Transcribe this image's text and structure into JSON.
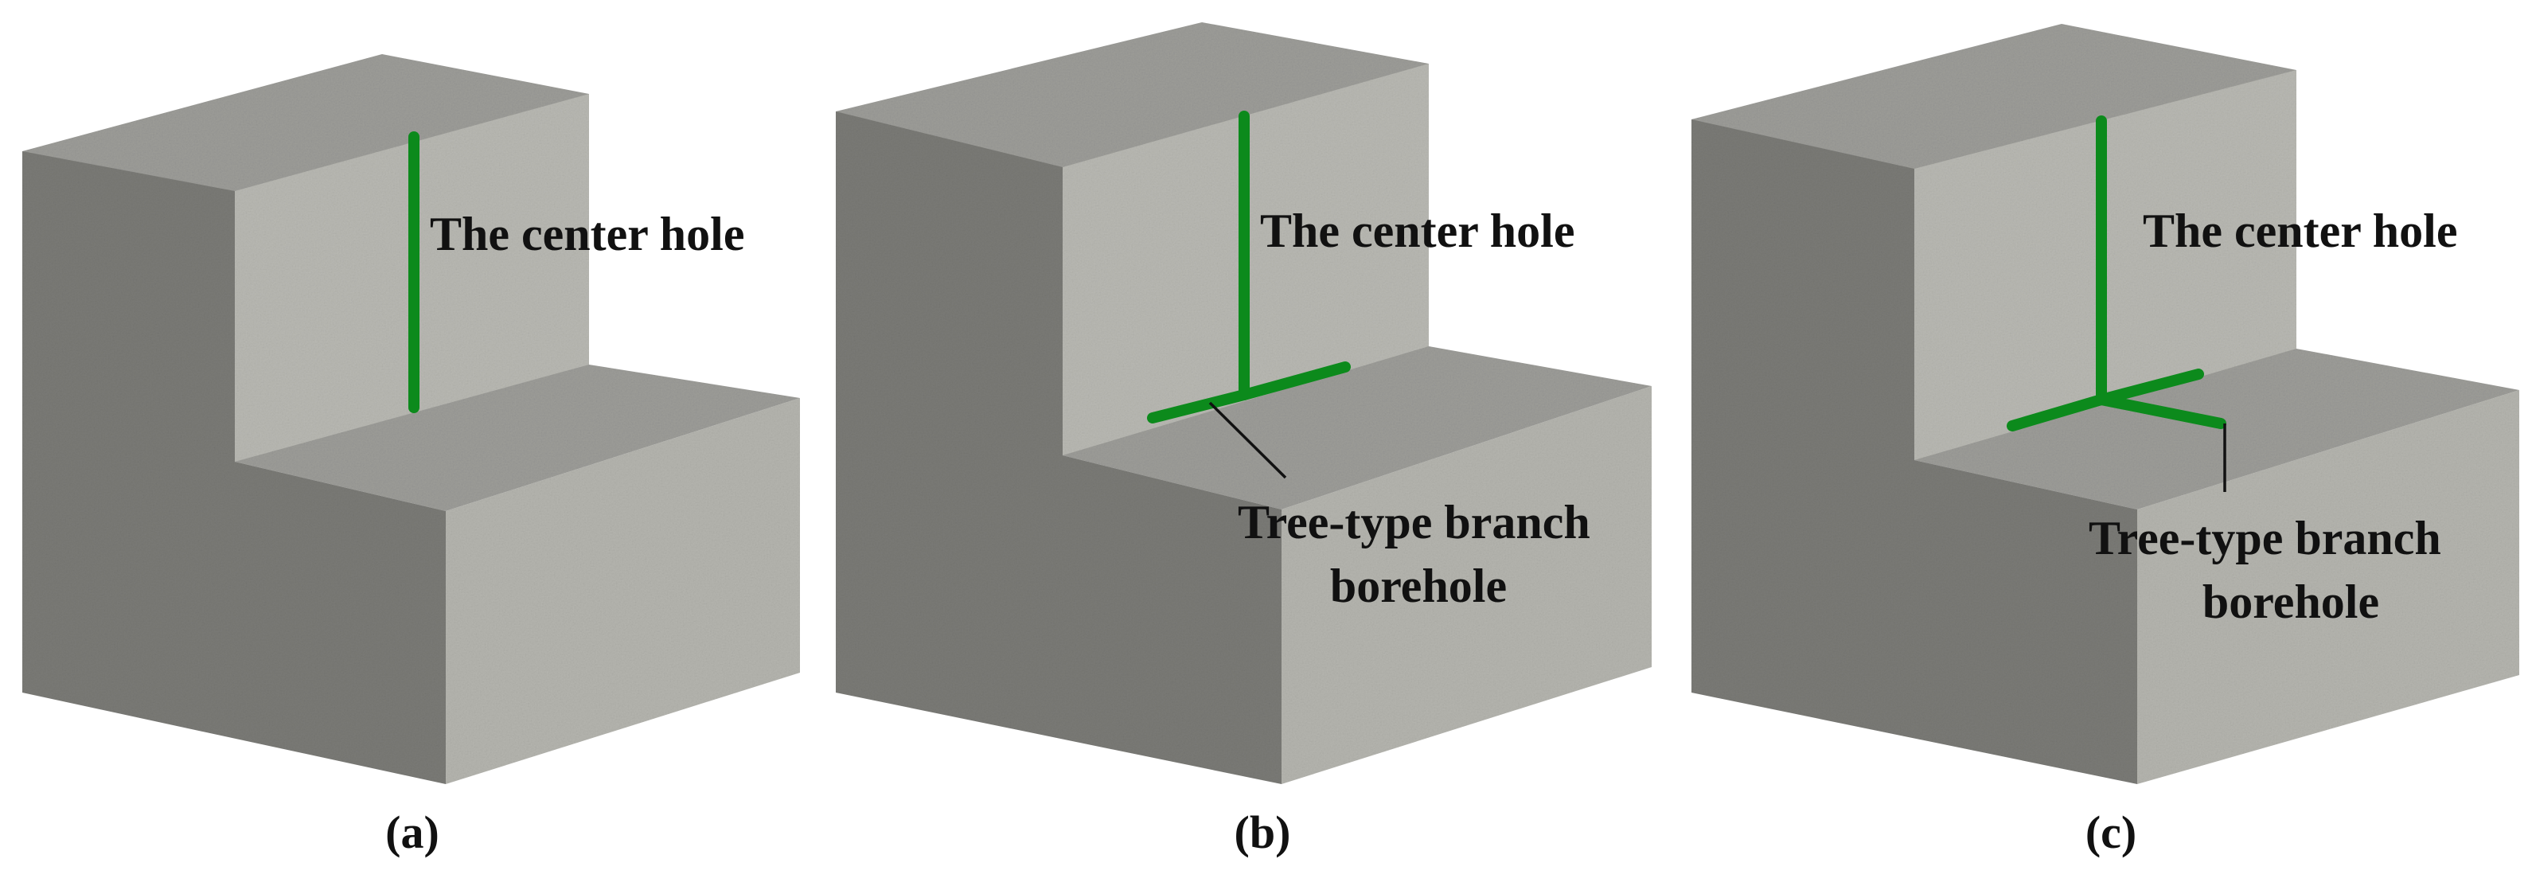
{
  "panels": [
    {
      "id": "a",
      "caption": "(a)",
      "labels": {
        "center_hole": "The center hole"
      },
      "borehole_branches": 0
    },
    {
      "id": "b",
      "caption": "(b)",
      "labels": {
        "center_hole": "The center hole",
        "branch_line1": "Tree-type branch",
        "branch_line2": "borehole"
      },
      "borehole_branches": 2
    },
    {
      "id": "c",
      "caption": "(c)",
      "labels": {
        "center_hole": "The center hole",
        "branch_line1": "Tree-type branch",
        "branch_line2": "borehole"
      },
      "borehole_branches": 3
    }
  ],
  "colors": {
    "top_face": "#9c9c98",
    "left_face": "#7a7a76",
    "front_face": "#b4b4ae",
    "back_face": "#b8b8b2",
    "borehole": "#0c8a1c",
    "leader_line": "#111111"
  }
}
